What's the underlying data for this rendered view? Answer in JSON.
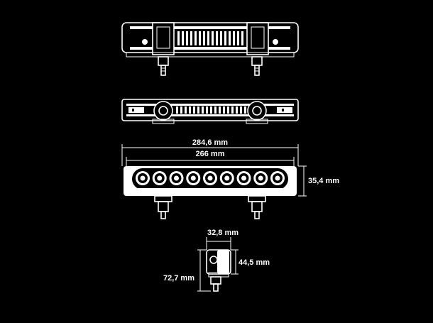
{
  "dimensions": {
    "overall_width": "284,6 mm",
    "inner_width": "266 mm",
    "height": "35,4 mm",
    "side_depth": "32,8 mm",
    "side_height": "44,5 mm",
    "total_height": "72,7 mm"
  },
  "led_count": 9,
  "colors": {
    "background": "#000000",
    "line": "#ffffff"
  }
}
